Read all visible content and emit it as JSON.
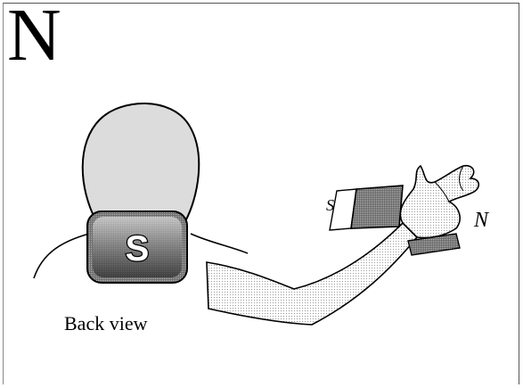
{
  "figure": {
    "corner_letter": "N",
    "caption": "Back view",
    "neck_magnet_label": "S",
    "hand_magnet_left_label": "S",
    "hand_magnet_right_label": "N"
  },
  "colors": {
    "outline": "#000000",
    "skin_shade": "#d9d9d9",
    "magnet_dark": "#4a4a4a",
    "magnet_mid": "#8a8a8a",
    "background": "#ffffff"
  }
}
